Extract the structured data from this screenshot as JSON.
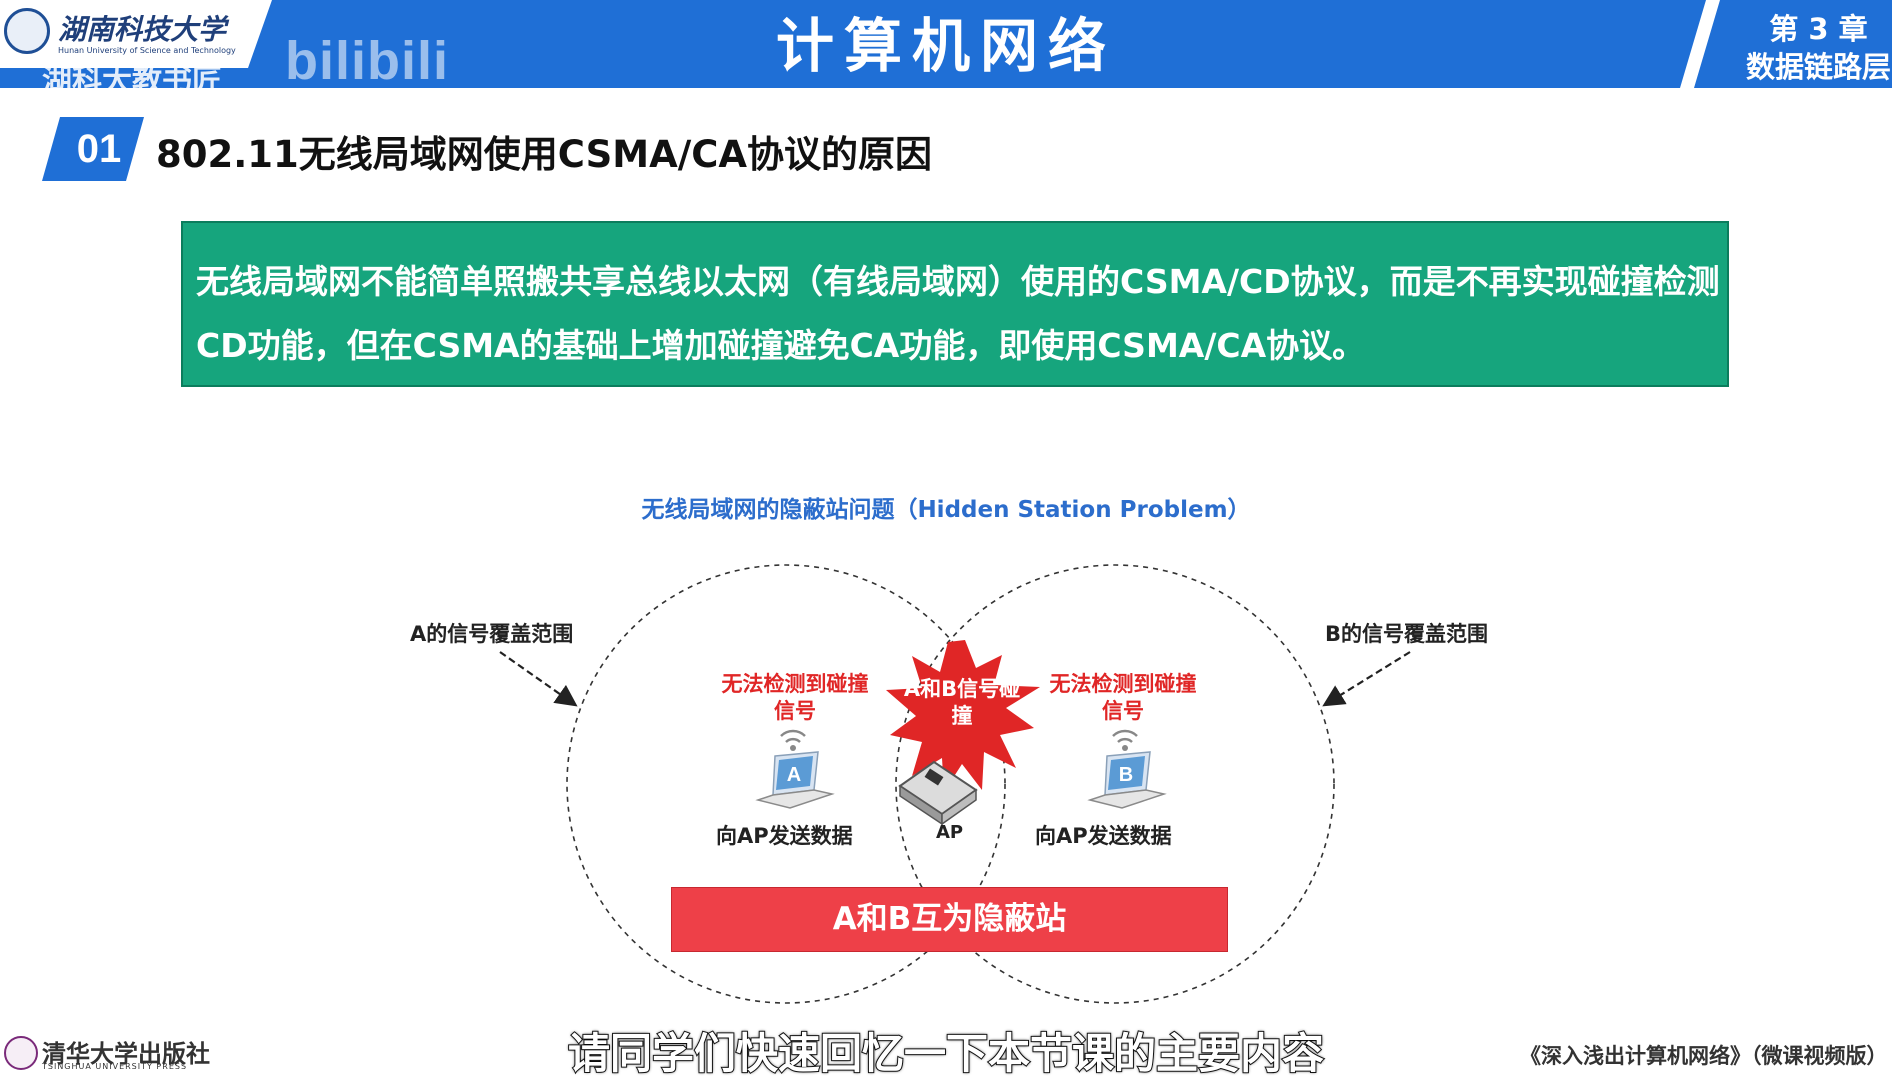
{
  "header": {
    "course_title": "计算机网络",
    "chapter_number": "第 3 章",
    "chapter_name": "数据链路层",
    "university_name": "湖南科技大学",
    "university_en": "Hunan University of Science and Technology",
    "watermark_text": "湖科大教书匠",
    "watermark_brand": "bilibili"
  },
  "section": {
    "number": "01",
    "title": "802.11无线局域网使用CSMA/CA协议的原因"
  },
  "callout": {
    "text": "无线局域网不能简单照搬共享总线以太网（有线局域网）使用的CSMA/CD协议，而是不再实现碰撞检测CD功能，但在CSMA的基础上增加碰撞避免CA功能，即使用CSMA/CA协议。"
  },
  "diagram": {
    "title": "无线局域网的隐蔽站问题（Hidden Station Problem）",
    "a_range_label": "A的信号覆盖范围",
    "b_range_label": "B的信号覆盖范围",
    "a_warning": "无法检测到碰撞信号",
    "b_warning": "无法检测到碰撞信号",
    "collision_label": "A和B信号碰撞",
    "station_a_letter": "A",
    "station_b_letter": "B",
    "station_a_action": "向AP发送数据",
    "station_b_action": "向AP发送数据",
    "ap_label": "AP",
    "banner": "A和B互为隐蔽站"
  },
  "footer": {
    "subtitle": "请同学们快速回忆一下本节课的主要内容",
    "press_name": "清华大学出版社",
    "press_en": "TSINGHUA UNIVERSITY PRESS",
    "book_title": "《深入浅出计算机网络》（微课视频版）"
  },
  "colors": {
    "header_blue": "#1f6fd6",
    "callout_green": "#16a57d",
    "banner_red": "#ee4048",
    "warning_red": "#e02626",
    "diagram_title_blue": "#2c6dcc"
  }
}
